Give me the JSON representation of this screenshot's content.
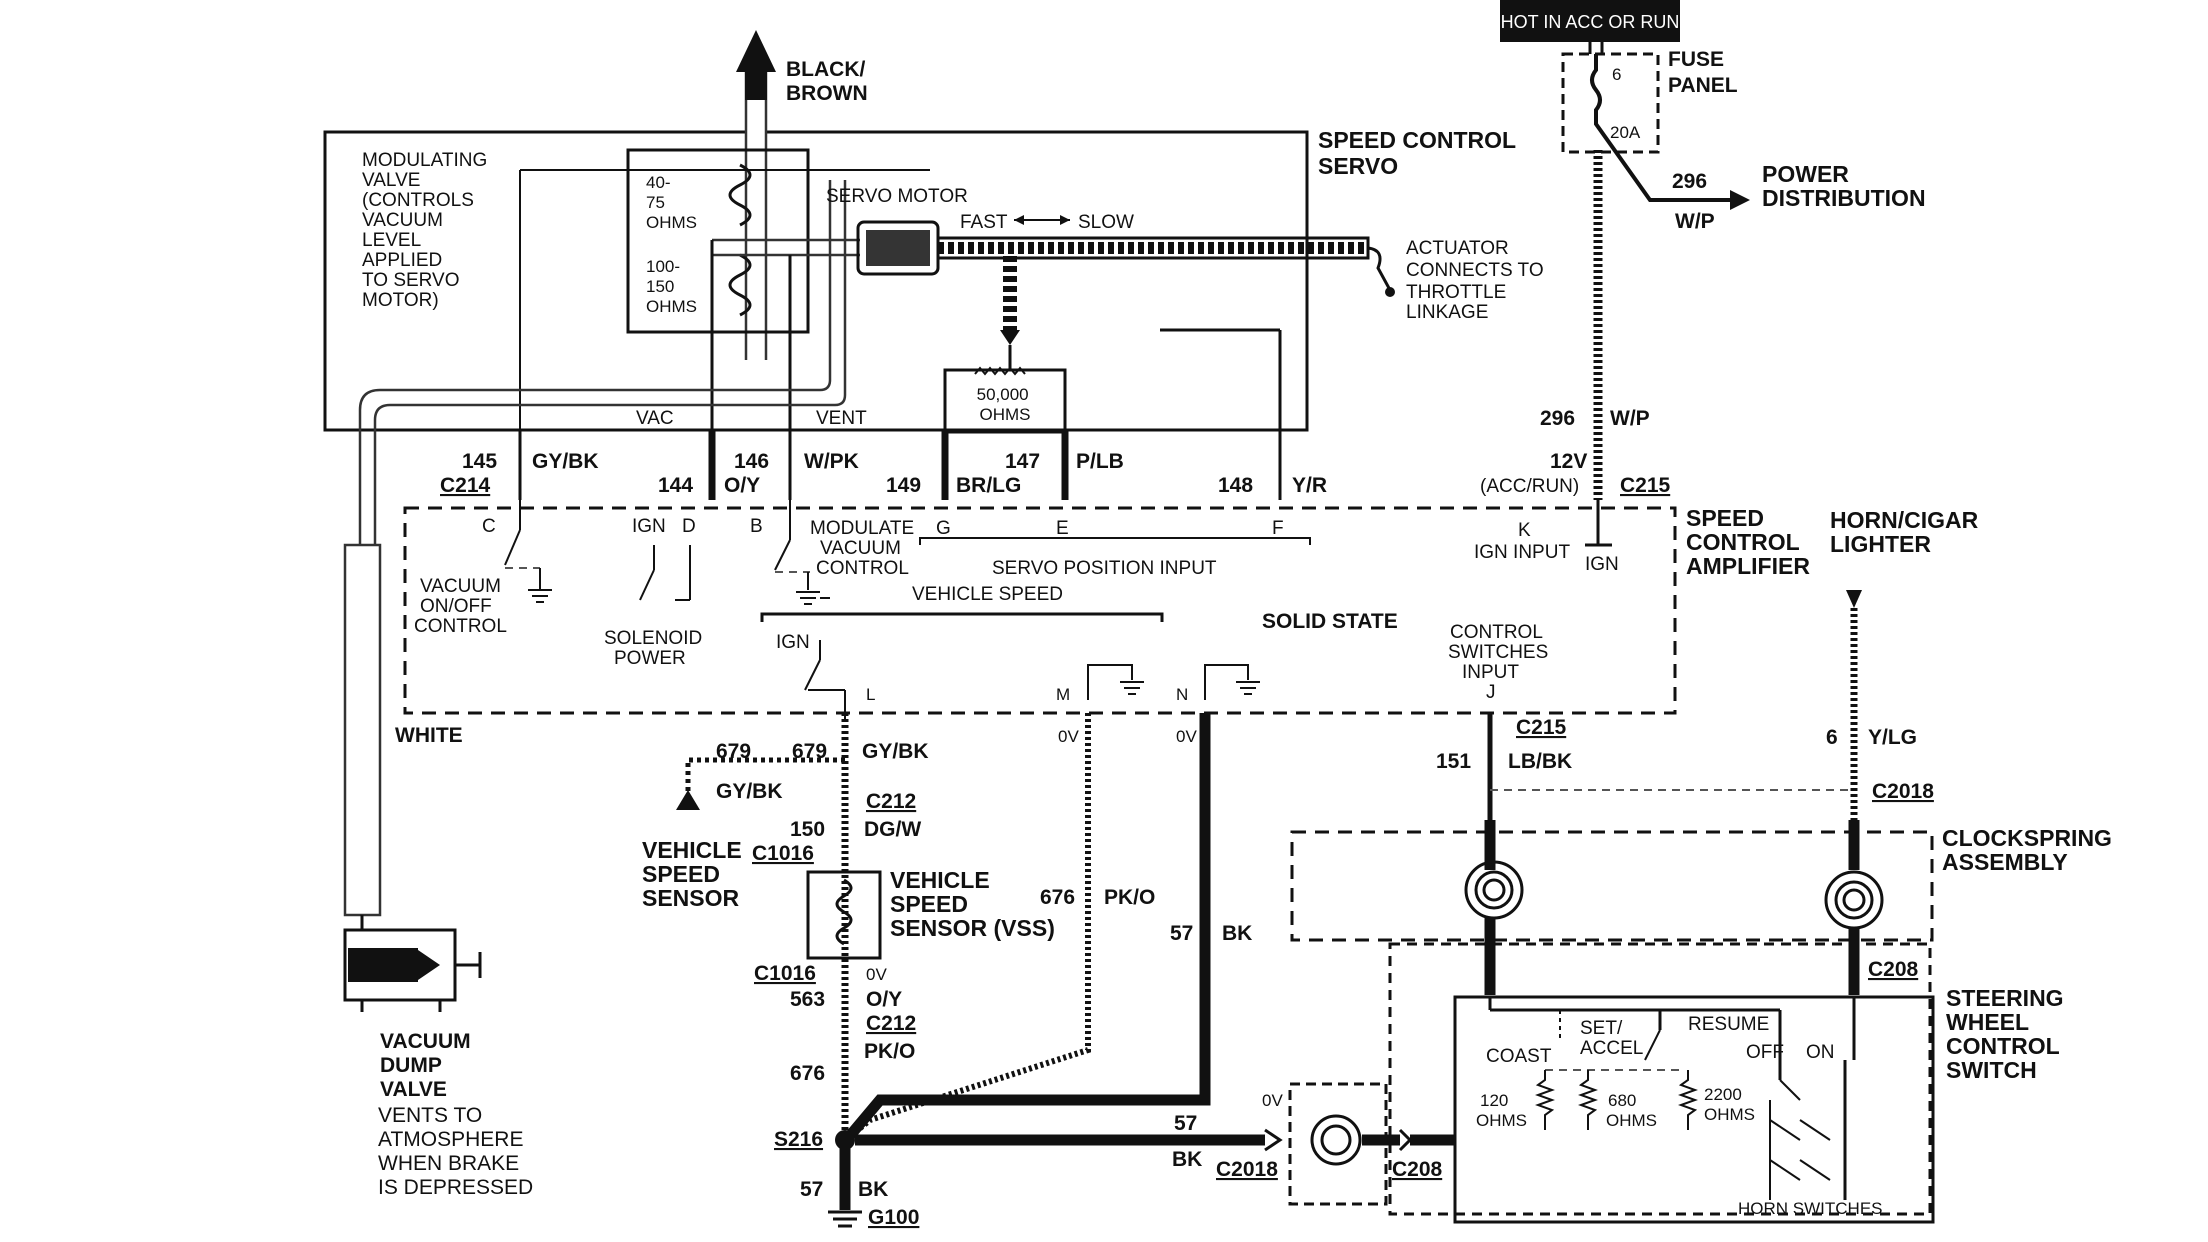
{
  "header": {
    "hot_label": "HOT IN ACC OR RUN"
  },
  "labels": {
    "black_brown": [
      "BLACK/",
      "BROWN"
    ],
    "modulating_valve": [
      "MODULATING",
      "VALVE",
      "(CONTROLS",
      "VACUUM",
      "LEVEL",
      "APPLIED",
      "TO SERVO",
      "MOTOR)"
    ],
    "ohms_40_75": [
      "40-",
      "75",
      "OHMS"
    ],
    "ohms_100_150": [
      "100-",
      "150",
      "OHMS"
    ],
    "servo_motor": "SERVO MOTOR",
    "fast": "FAST",
    "slow": "SLOW",
    "speed_control_servo": [
      "SPEED  CONTROL",
      "SERVO"
    ],
    "actuator": [
      "ACTUATOR",
      "CONNECTS TO",
      "THROTTLE",
      "LINKAGE"
    ],
    "pot": [
      "50,000",
      "OHMS"
    ],
    "vac": "VAC",
    "vent": "VENT",
    "fuse_panel": [
      "FUSE",
      "PANEL"
    ],
    "fuse_num": "6",
    "fuse_amp": "20A",
    "power_distribution": [
      "POWER",
      "DISTRIBUTION"
    ],
    "w296_top": "296",
    "wp_top": "W/P",
    "w296_mid": "296",
    "wp_mid": "W/P",
    "twelve_v": "12V",
    "acc_run": "(ACC/RUN)",
    "c215_top": "C215",
    "sca": [
      "SPEED",
      "CONTROL",
      "AMPLIFIER"
    ],
    "horn_cigar": [
      "HORN/CIGAR",
      "LIGHTER"
    ],
    "wire145": "145",
    "gybk145": "GY/BK",
    "c214": "C214",
    "wire144": "144",
    "oy144": "O/Y",
    "wire146": "146",
    "wpk146": "W/PK",
    "wire149": "149",
    "brlg149": "BR/LG",
    "wire147": "147",
    "plb147": "P/LB",
    "wire148": "148",
    "yr148": "Y/R",
    "pin_c": "C",
    "ign_d": "IGN",
    "pin_d": "D",
    "pin_b": "B",
    "modulate": [
      "MODULATE",
      "VACUUM",
      "CONTROL"
    ],
    "pin_g": "G",
    "pin_e": "E",
    "pin_f": "F",
    "k_ign": [
      "K",
      "IGN INPUT"
    ],
    "ign_k": "IGN",
    "servo_position": "SERVO POSITION INPUT",
    "vacuum_onoff": [
      "VACUUM",
      "ON/OFF",
      "CONTROL"
    ],
    "solenoid": [
      "SOLENOID",
      "POWER"
    ],
    "vehicle_speed_input": "VEHICLE SPEED",
    "solid_state": "SOLID STATE",
    "control_switches": [
      "CONTROL",
      "SWITCHES",
      "INPUT",
      "J"
    ],
    "ign_l": "IGN",
    "pin_l": "L",
    "pin_m": "M",
    "pin_n": "N",
    "white": "WHITE",
    "w679a": "679",
    "w679b": "679",
    "gybk679": "GY/BK",
    "gybk_left": "GY/BK",
    "c212a": "C212",
    "w150": "150",
    "dgw150": "DG/W",
    "vss_left": [
      "VEHICLE",
      "SPEED",
      "SENSOR"
    ],
    "c1016a": "C1016",
    "vss_right": [
      "VEHICLE",
      "SPEED",
      "SENSOR (VSS)"
    ],
    "zero_v_m": "0V",
    "zero_v_n": "0V",
    "c215_mid": "C215",
    "w151": "151",
    "lbbk151": "LB/BK",
    "w6": "6",
    "ylg6": "Y/LG",
    "c2018_right": "C2018",
    "clockspring": [
      "CLOCKSPRING",
      "ASSEMBLY"
    ],
    "w676a": "676",
    "pko676a": "PK/O",
    "w57a": "57",
    "bk57a": "BK",
    "c1016b": "C1016",
    "zero_v_vss": "0V",
    "w563": "563",
    "oy563": "O/Y",
    "c212b": "C212",
    "pko_b": "PK/O",
    "w676b": "676",
    "c208_right": "C208",
    "steering": [
      "STEERING",
      "WHEEL",
      "CONTROL",
      "SWITCH"
    ],
    "set_accel": [
      "SET/",
      "ACCEL"
    ],
    "resume": "RESUME",
    "coast": "COAST",
    "off": "OFF",
    "on": "ON",
    "r120": [
      "120",
      "OHMS"
    ],
    "r680": [
      "680",
      "OHMS"
    ],
    "r2200": [
      "2200",
      "OHMS"
    ],
    "horn_switches": "HORN SWITCHES",
    "zero_v_bottom": "0V",
    "w57b": "57",
    "bk57b": "BK",
    "c2018_bottom": "C2018",
    "c208_bottom": "C208",
    "s216": "S216",
    "w57c": "57",
    "bk57c": "BK",
    "g100": "G100",
    "vacuum_dump": [
      "VACUUM",
      "DUMP",
      "VALVE"
    ],
    "vents": [
      "VENTS TO",
      "ATMOSPHERE",
      "WHEN  BRAKE",
      "IS DEPRESSED"
    ]
  }
}
